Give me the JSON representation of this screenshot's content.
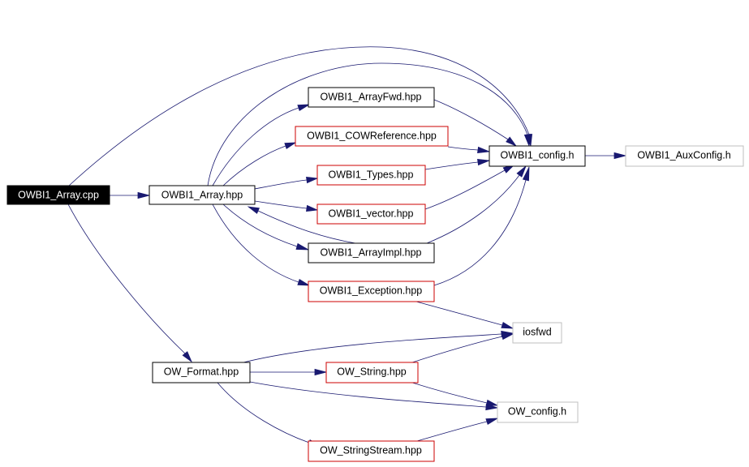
{
  "diagram": {
    "type": "include-dependency-graph",
    "colors": {
      "edge": "#191970",
      "root_fill": "#000000",
      "root_text": "#ffffff",
      "documented_border": "#000000",
      "undocumented_border": "#cc0000",
      "external_border": "#bfbfbf",
      "node_fill": "#ffffff",
      "text": "#000000"
    },
    "nodes": [
      {
        "id": "n_array_cpp",
        "label": "OWBI1_Array.cpp",
        "kind": "root"
      },
      {
        "id": "n_array_hpp",
        "label": "OWBI1_Array.hpp",
        "kind": "documented"
      },
      {
        "id": "n_arrayfwd",
        "label": "OWBI1_ArrayFwd.hpp",
        "kind": "documented"
      },
      {
        "id": "n_cowref",
        "label": "OWBI1_COWReference.hpp",
        "kind": "undocumented"
      },
      {
        "id": "n_types",
        "label": "OWBI1_Types.hpp",
        "kind": "undocumented"
      },
      {
        "id": "n_vector",
        "label": "OWBI1_vector.hpp",
        "kind": "undocumented"
      },
      {
        "id": "n_arrayimpl",
        "label": "OWBI1_ArrayImpl.hpp",
        "kind": "documented"
      },
      {
        "id": "n_exception",
        "label": "OWBI1_Exception.hpp",
        "kind": "undocumented"
      },
      {
        "id": "n_config",
        "label": "OWBI1_config.h",
        "kind": "documented"
      },
      {
        "id": "n_auxconfig",
        "label": "OWBI1_AuxConfig.h",
        "kind": "external"
      },
      {
        "id": "n_iosfwd",
        "label": "iosfwd",
        "kind": "external"
      },
      {
        "id": "n_format",
        "label": "OW_Format.hpp",
        "kind": "documented"
      },
      {
        "id": "n_string",
        "label": "OW_String.hpp",
        "kind": "undocumented"
      },
      {
        "id": "n_owconfig",
        "label": "OW_config.h",
        "kind": "external"
      },
      {
        "id": "n_stringstream",
        "label": "OW_StringStream.hpp",
        "kind": "undocumented"
      }
    ],
    "edges": [
      {
        "from": "n_array_cpp",
        "to": "n_array_hpp"
      },
      {
        "from": "n_array_cpp",
        "to": "n_config"
      },
      {
        "from": "n_array_cpp",
        "to": "n_format"
      },
      {
        "from": "n_array_hpp",
        "to": "n_config"
      },
      {
        "from": "n_array_hpp",
        "to": "n_arrayfwd"
      },
      {
        "from": "n_array_hpp",
        "to": "n_cowref"
      },
      {
        "from": "n_array_hpp",
        "to": "n_types"
      },
      {
        "from": "n_array_hpp",
        "to": "n_vector"
      },
      {
        "from": "n_array_hpp",
        "to": "n_arrayimpl"
      },
      {
        "from": "n_array_hpp",
        "to": "n_exception"
      },
      {
        "from": "n_arrayfwd",
        "to": "n_config"
      },
      {
        "from": "n_cowref",
        "to": "n_config"
      },
      {
        "from": "n_types",
        "to": "n_config"
      },
      {
        "from": "n_vector",
        "to": "n_config"
      },
      {
        "from": "n_arrayimpl",
        "to": "n_array_hpp"
      },
      {
        "from": "n_arrayimpl",
        "to": "n_config"
      },
      {
        "from": "n_exception",
        "to": "n_config"
      },
      {
        "from": "n_exception",
        "to": "n_iosfwd"
      },
      {
        "from": "n_config",
        "to": "n_auxconfig"
      },
      {
        "from": "n_format",
        "to": "n_iosfwd"
      },
      {
        "from": "n_format",
        "to": "n_string"
      },
      {
        "from": "n_format",
        "to": "n_owconfig"
      },
      {
        "from": "n_format",
        "to": "n_stringstream"
      },
      {
        "from": "n_string",
        "to": "n_iosfwd"
      },
      {
        "from": "n_string",
        "to": "n_owconfig"
      },
      {
        "from": "n_stringstream",
        "to": "n_owconfig"
      }
    ]
  }
}
